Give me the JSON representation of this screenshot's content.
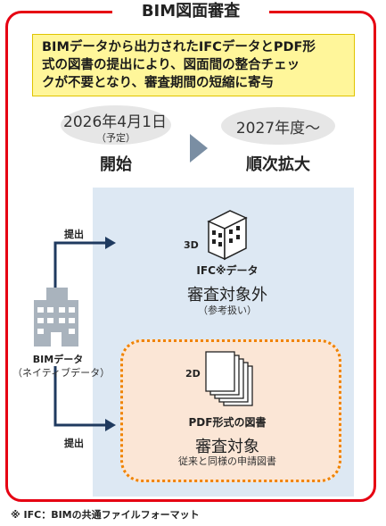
{
  "title": "BIM図面審査",
  "callout": {
    "line1": "BIMデータから出力されたIFCデータとPDF形",
    "line2": "式の図書の提出により、図面間の整合チェッ",
    "line3": "クが不要となり、審査期間の短縮に寄与"
  },
  "timeline": {
    "start_date": "2026年4月1日",
    "start_note": "（予定）",
    "start_label": "開始",
    "next_date": "2027年度～",
    "next_label": "順次拡大"
  },
  "source": {
    "label": "BIMデータ",
    "sublabel": "（ネイティブデータ）",
    "submit_top": "提出",
    "submit_bottom": "提出"
  },
  "ifc": {
    "tag": "3D",
    "name": "IFC※データ",
    "status": "審査対象外",
    "note": "（参考扱い）"
  },
  "pdf": {
    "tag": "2D",
    "name": "PDF形式の図書",
    "status": "審査対象",
    "note": "従来と同様の申請図書"
  },
  "footnote": "※ IFC：BIMの共通ファイルフォーマット",
  "colors": {
    "frame": "#e60012",
    "callout_bg": "#fff69a",
    "blue_area": "#dde8f3",
    "orange_border": "#f08300",
    "orange_bg": "#fbe6d6",
    "arrow": "#1f3a5f"
  }
}
